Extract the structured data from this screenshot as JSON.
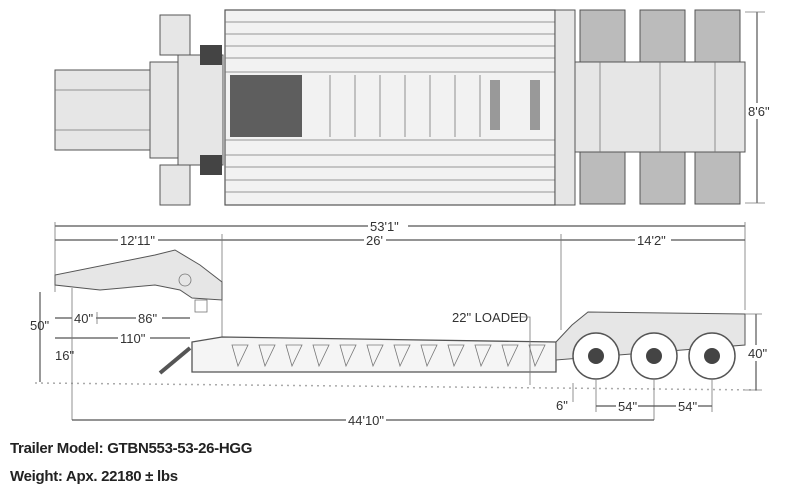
{
  "top_view": {
    "width_label": "8'6\""
  },
  "side_view": {
    "overall_length": "53'1\"",
    "gooseneck_length": "12'11\"",
    "deck_length": "26'",
    "rear_length": "14'2\"",
    "kingpin_height": "50\"",
    "dim_40": "40\"",
    "dim_86": "86\"",
    "dim_110": "110\"",
    "dim_16": "16\"",
    "deck_height": "22\" LOADED",
    "ground_clearance": "6\"",
    "axle_spacing_1": "54\"",
    "axle_spacing_2": "54\"",
    "rear_deck_height": "40\"",
    "kingpin_to_axle": "44'10\""
  },
  "specs": {
    "model": "Trailer Model: GTBN553-53-26-HGG",
    "weight": "Weight: Apx. 22180 ± lbs"
  }
}
